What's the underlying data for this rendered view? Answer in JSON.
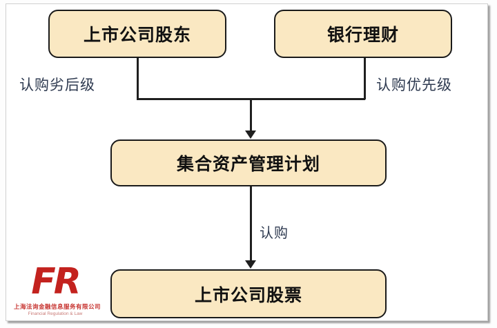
{
  "diagram": {
    "nodes": {
      "shareholders": {
        "label": "上市公司股东"
      },
      "bank": {
        "label": "银行理财"
      },
      "amp": {
        "label": "集合资产管理计划"
      },
      "stock": {
        "label": "上市公司股票"
      }
    },
    "edge_labels": {
      "left_branch": "认购劣后级",
      "right_branch": "认购优先级",
      "subscribe": "认购"
    },
    "colors": {
      "node_fill": "#fae8c2",
      "node_border": "#1a1a1a",
      "connector_line": "#1f1f1f",
      "edge_label_text": "#2e3a50",
      "logo_red": "#c3221e"
    }
  },
  "logo": {
    "monogram": "FR",
    "company": "上海法询金融信息服务有限公司",
    "tagline": "Financial Regulation & Law"
  }
}
